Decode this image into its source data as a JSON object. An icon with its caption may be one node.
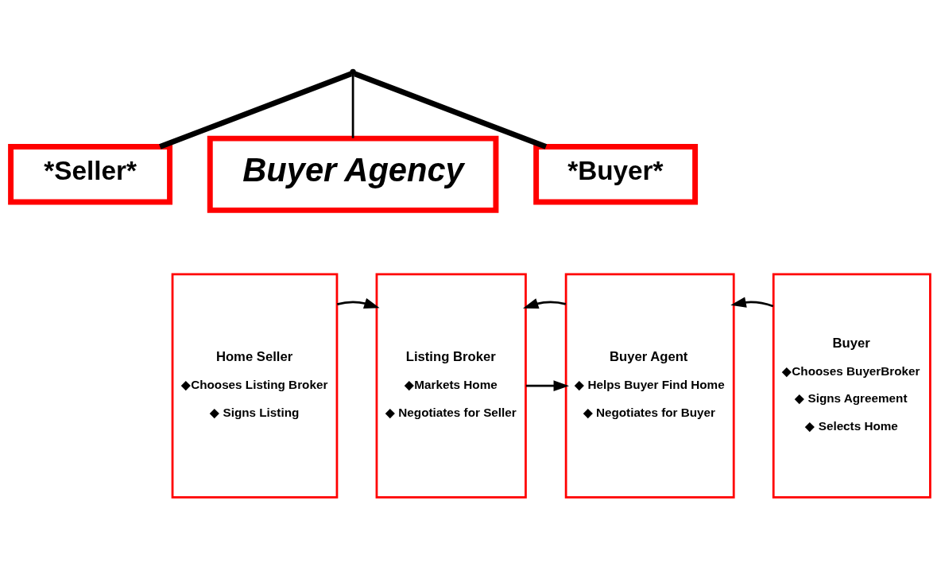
{
  "diagram": {
    "nodes": [
      {
        "text": [],
        "shape": "point"
      },
      {
        "text": [
          "*Seller*"
        ]
      },
      {
        "text": [
          "Buyer Agency"
        ]
      },
      {
        "text": [
          "*Buyer*"
        ]
      },
      {
        "text": [
          "Home Seller",
          "◆Chooses Listing Broker",
          "◆ Signs Listing"
        ]
      },
      {
        "text": [
          "Listing Broker",
          "◆Markets Home",
          "◆ Negotiates for Seller"
        ]
      },
      {
        "text": [
          "Buyer Agent",
          "◆ Helps Buyer Find Home",
          "◆ Negotiates for Buyer"
        ]
      },
      {
        "text": [
          "Buyer",
          "◆Chooses BuyerBroker",
          "◆ Signs Agreement",
          "◆ Selects Home"
        ]
      }
    ],
    "edges": [
      {
        "from": 0,
        "to": 1,
        "arrow": "none",
        "style": "thick"
      },
      {
        "from": 0,
        "to": 2,
        "arrow": "none"
      },
      {
        "from": 0,
        "to": 3,
        "arrow": "none",
        "style": "thick"
      },
      {
        "from": 4,
        "to": 5,
        "arrow": "to"
      },
      {
        "from": 5,
        "to": 6,
        "arrow": "to"
      },
      {
        "from": 6,
        "to": 5,
        "arrow": "to"
      },
      {
        "from": 7,
        "to": 6,
        "arrow": "to"
      }
    ]
  }
}
